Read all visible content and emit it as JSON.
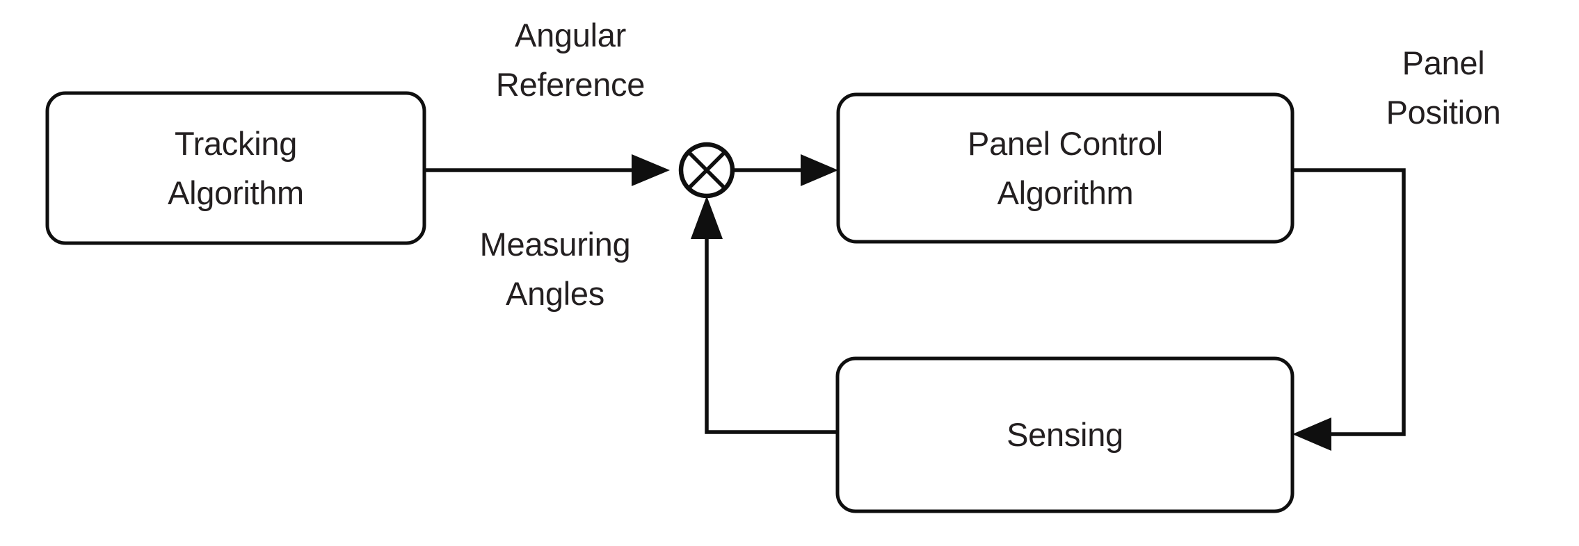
{
  "diagram": {
    "title": "Solar panel tracking control loop block diagram",
    "type": "control-system-block-diagram",
    "background_color": "#ffffff",
    "stroke_color": "#0f0f0f",
    "text_color": "#231f20",
    "blocks": [
      {
        "id": "tracking",
        "label": "Tracking\nAlgorithm",
        "shape": "rounded-rect"
      },
      {
        "id": "panelctrl",
        "label": "Panel Control\nAlgorithm",
        "shape": "rounded-rect"
      },
      {
        "id": "sensing",
        "label": "Sensing",
        "shape": "rounded-rect"
      }
    ],
    "junction": {
      "id": "summing-junction",
      "symbol": "circle-with-x"
    },
    "edge_labels": [
      {
        "id": "angular-reference",
        "label": "Angular\nReference"
      },
      {
        "id": "measuring-angles",
        "label": "Measuring\nAngles"
      },
      {
        "id": "panel-position",
        "label": "Panel\nPosition"
      }
    ],
    "connections": [
      {
        "from": "tracking",
        "to": "summing-junction",
        "label": "Angular Reference"
      },
      {
        "from": "summing-junction",
        "to": "panelctrl",
        "label": ""
      },
      {
        "from": "panelctrl",
        "to": "sensing",
        "label": "Panel Position"
      },
      {
        "from": "sensing",
        "to": "summing-junction",
        "label": "Measuring Angles"
      }
    ]
  }
}
